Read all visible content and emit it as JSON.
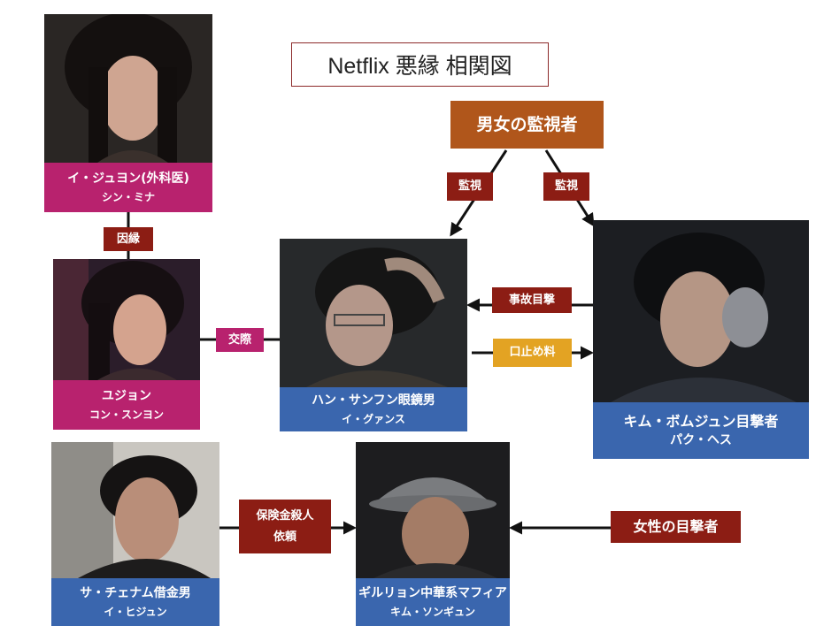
{
  "title": "Netflix 悪縁 相関図",
  "observers": {
    "label": "男女の監視者"
  },
  "female_witness": {
    "label": "女性の目撃者"
  },
  "characters": {
    "lee_juyeon": {
      "name": "イ・ジュヨン(外科医)",
      "actor": "シン・ミナ"
    },
    "yujeong": {
      "name": "ユジョン",
      "actor": "コン・スンヨン"
    },
    "han_sanghoon": {
      "name": "ハン・サンフン眼鏡男",
      "actor": "イ・グァンス"
    },
    "kim_beomjun": {
      "name": "キム・ボムジュン目撃者",
      "actor": "パク・ヘス"
    },
    "sa_jaenam": {
      "name": "サ・チェナム借金男",
      "actor": "イ・ヒジュン"
    },
    "gilryong": {
      "name": "ギルリョン中華系マフィア",
      "actor": "キム・ソンギュン"
    }
  },
  "relations": {
    "fate": "因縁",
    "dating": "交際",
    "watch_left": "監視",
    "watch_right": "監視",
    "accident_witness": "事故目撃",
    "hush_money": "口止め料",
    "insurance_murder_line1": "保険金殺人",
    "insurance_murder_line2": "依頼"
  },
  "colors": {
    "dark_red": "#8c1d14",
    "magenta": "#b8226e",
    "orange": "#e3a323",
    "brown": "#b0561b",
    "blue": "#3a66ae"
  }
}
